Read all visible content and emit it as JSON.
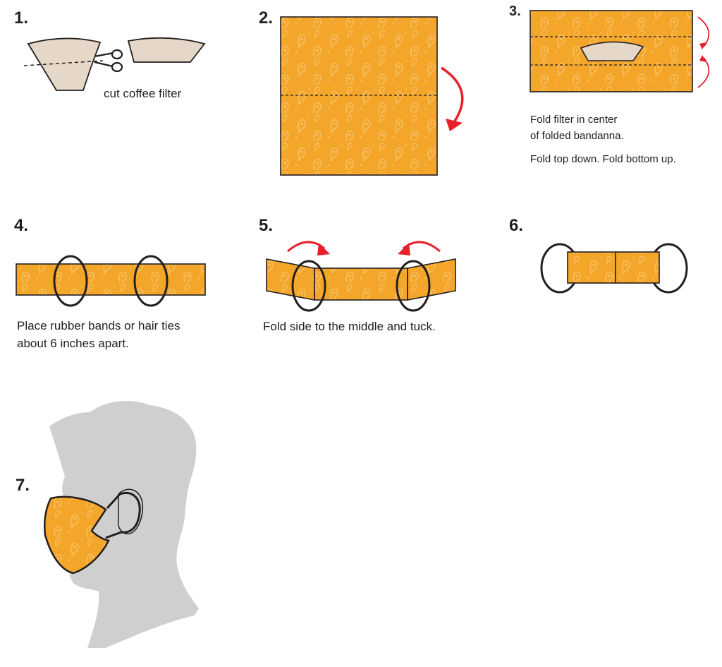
{
  "colors": {
    "fabric": "#f4a62a",
    "fabric_pattern": "#f8c46a",
    "filter": "#e6d8c8",
    "outline": "#231f20",
    "arrow": "#e8202a",
    "silhouette": "#cfcfcf"
  },
  "steps": [
    {
      "number": "1.",
      "caption_lines": [
        "cut coffee filter"
      ]
    },
    {
      "number": "2.",
      "caption_lines": []
    },
    {
      "number": "3.",
      "caption_lines": [
        "Fold filter in center",
        "of folded bandanna.",
        "Fold top down. Fold bottom up."
      ]
    },
    {
      "number": "4.",
      "caption_lines": [
        "Place rubber bands or hair ties",
        "about 6 inches apart."
      ]
    },
    {
      "number": "5.",
      "caption_lines": [
        "Fold side to the middle and tuck."
      ]
    },
    {
      "number": "6.",
      "caption_lines": []
    },
    {
      "number": "7.",
      "caption_lines": []
    }
  ],
  "icons": [
    "scissors-icon",
    "fold-arrow-icon",
    "paisley-pattern",
    "head-silhouette"
  ]
}
